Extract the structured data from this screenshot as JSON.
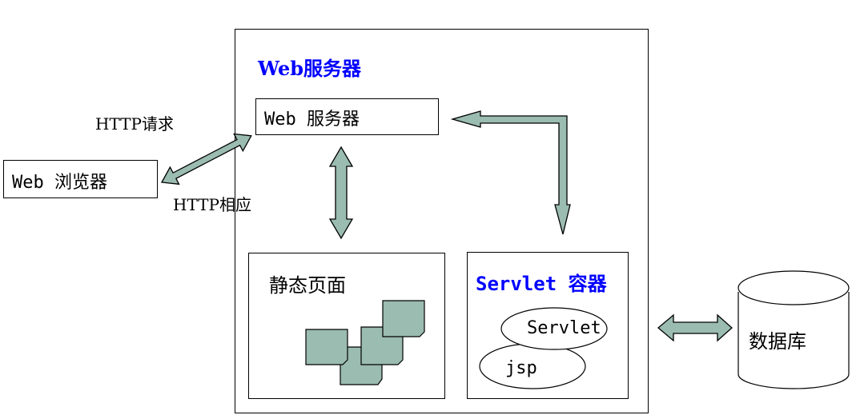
{
  "outer": {
    "title": "Web服务器"
  },
  "web_server": {
    "label": "Web 服务器"
  },
  "browser": {
    "label": "Web 浏览器"
  },
  "http": {
    "request": "HTTP请求",
    "response": "HTTP相应"
  },
  "static": {
    "label": "静态页面"
  },
  "servlet_container": {
    "label": "Servlet 容器",
    "servlet": "Servlet",
    "jsp": "jsp"
  },
  "database": {
    "label": "数据库"
  },
  "colors": {
    "arrow_fill": "#9bbcb0",
    "page_fill": "#9bbcb0",
    "title_blue": "#0000ff"
  }
}
